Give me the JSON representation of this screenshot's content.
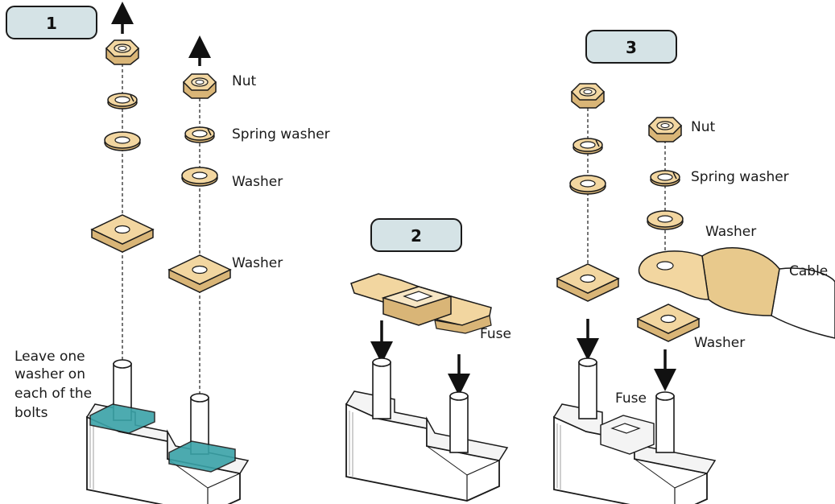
{
  "steps": {
    "s1": "1",
    "s2": "2",
    "s3": "3"
  },
  "labels": {
    "nut": "Nut",
    "spring_washer": "Spring washer",
    "washer": "Washer",
    "fuse": "Fuse",
    "cable": "Cable",
    "leave_note": [
      "Leave one",
      "washer on",
      "each of the",
      "bolts"
    ]
  },
  "colors": {
    "badge_fill": "#d5e3e6",
    "hardware": "#f2d6a0",
    "hardware_dark": "#d9b577",
    "base": "#ffffff",
    "teal_washer": "#3aa3a8",
    "outline": "#1a1a1a"
  },
  "icons": [
    "up-arrow-icon",
    "down-arrow-icon",
    "nut-icon",
    "spring-washer-icon",
    "washer-icon",
    "square-washer-icon",
    "fuse-icon",
    "cable-lug-icon",
    "fuse-holder-base-icon"
  ]
}
